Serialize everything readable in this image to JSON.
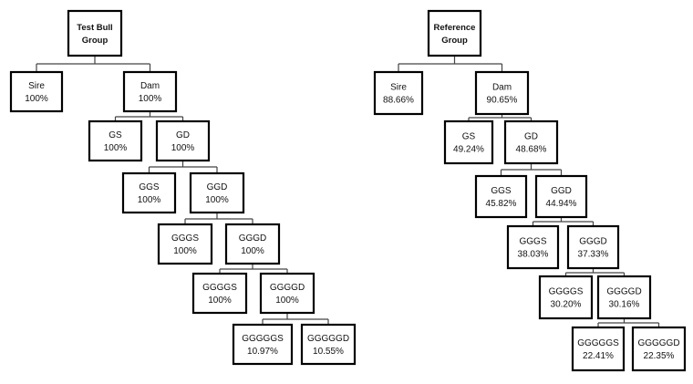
{
  "trees": [
    {
      "id": "test-bull",
      "root": {
        "lines": [
          "Test Bull",
          "Group"
        ]
      },
      "levels": [
        {
          "left": {
            "label": "Sire",
            "value": "100%"
          },
          "right": {
            "label": "Dam",
            "value": "100%"
          }
        },
        {
          "left": {
            "label": "GS",
            "value": "100%"
          },
          "right": {
            "label": "GD",
            "value": "100%"
          }
        },
        {
          "left": {
            "label": "GGS",
            "value": "100%"
          },
          "right": {
            "label": "GGD",
            "value": "100%"
          }
        },
        {
          "left": {
            "label": "GGGS",
            "value": "100%"
          },
          "right": {
            "label": "GGGD",
            "value": "100%"
          }
        },
        {
          "left": {
            "label": "GGGGS",
            "value": "100%"
          },
          "right": {
            "label": "GGGGD",
            "value": "100%"
          }
        },
        {
          "left": {
            "label": "GGGGGS",
            "value": "10.97%"
          },
          "right": {
            "label": "GGGGGD",
            "value": "10.55%"
          }
        }
      ]
    },
    {
      "id": "reference",
      "root": {
        "lines": [
          "Reference",
          "Group"
        ]
      },
      "levels": [
        {
          "left": {
            "label": "Sire",
            "value": "88.66%"
          },
          "right": {
            "label": "Dam",
            "value": "90.65%"
          }
        },
        {
          "left": {
            "label": "GS",
            "value": "49.24%"
          },
          "right": {
            "label": "GD",
            "value": "48.68%"
          }
        },
        {
          "left": {
            "label": "GGS",
            "value": "45.82%"
          },
          "right": {
            "label": "GGD",
            "value": "44.94%"
          }
        },
        {
          "left": {
            "label": "GGGS",
            "value": "38.03%"
          },
          "right": {
            "label": "GGGD",
            "value": "37.33%"
          }
        },
        {
          "left": {
            "label": "GGGGS",
            "value": "30.20%"
          },
          "right": {
            "label": "GGGGD",
            "value": "30.16%"
          }
        },
        {
          "left": {
            "label": "GGGGGS",
            "value": "22.41%"
          },
          "right": {
            "label": "GGGGGD",
            "value": "22.35%"
          }
        }
      ]
    }
  ]
}
